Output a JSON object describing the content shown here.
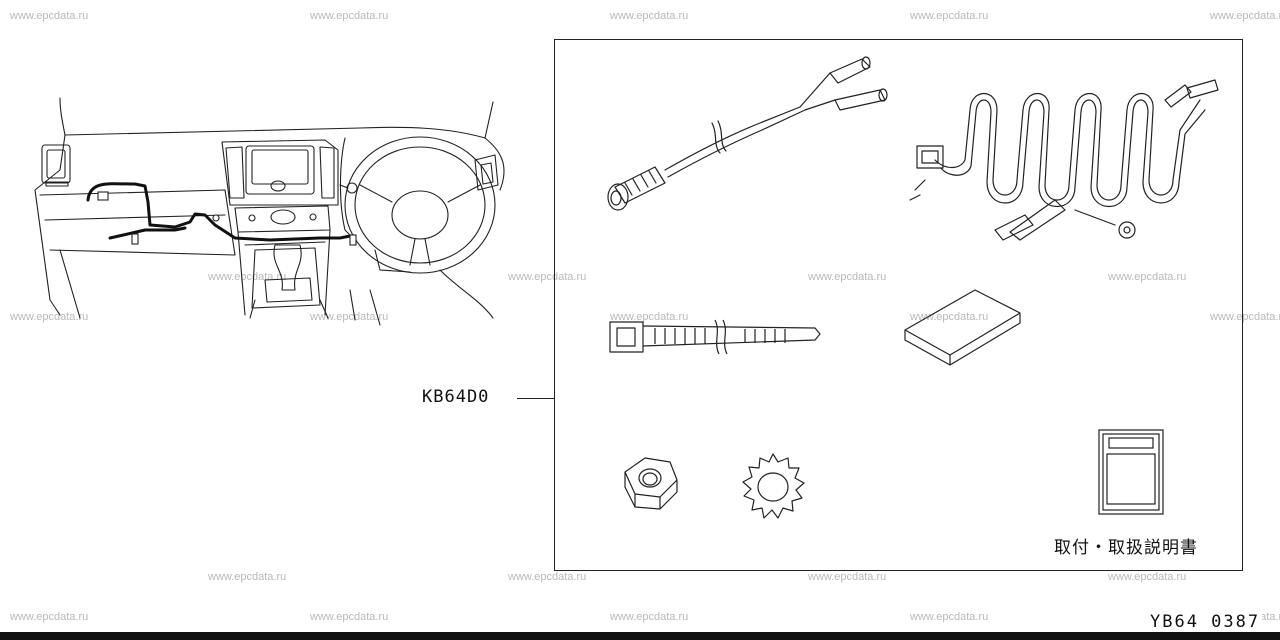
{
  "part_number": "KB64D0",
  "manual_caption": "取付・取扱説明書",
  "diagram_code": "YB64 0387",
  "watermark": "www.epcdata.ru",
  "parts": [
    {
      "icon": "coaxial-cable-connector-icon"
    },
    {
      "icon": "wire-harness-icon"
    },
    {
      "icon": "cable-tie-icon"
    },
    {
      "icon": "pad-icon"
    },
    {
      "icon": "nut-icon"
    },
    {
      "icon": "lock-washer-icon"
    },
    {
      "icon": "manual-booklet-icon"
    }
  ]
}
